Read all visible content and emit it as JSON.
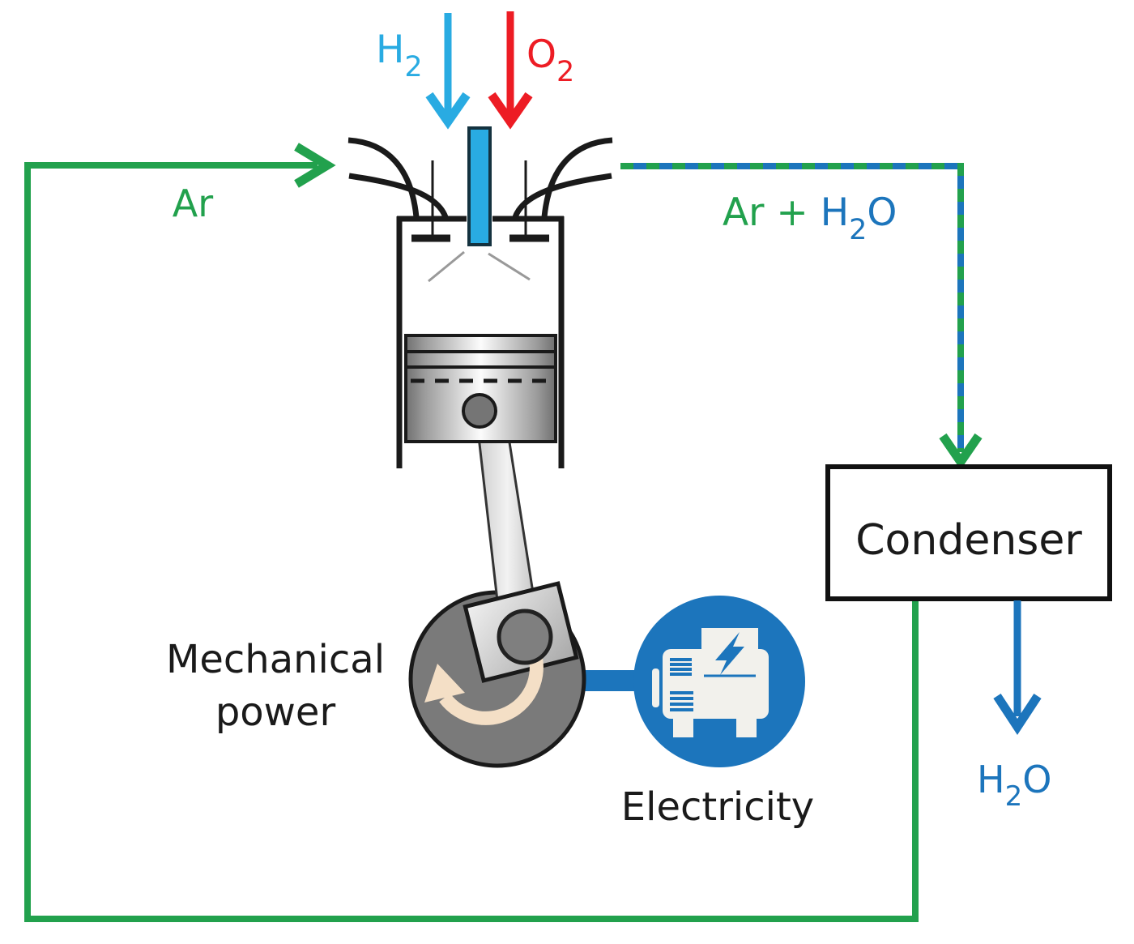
{
  "diagram": {
    "description": "Hydrogen-argon piston engine cycle with condenser and electric generator"
  },
  "labels": {
    "h2_in": {
      "element": "H",
      "subscript": "2"
    },
    "o2_in": {
      "element": "O",
      "subscript": "2"
    },
    "ar": "Ar",
    "ar_h2o": {
      "ar_plus": "Ar + ",
      "h": "H",
      "subscript": "2",
      "o": "O"
    },
    "condenser": "Condenser",
    "h2o_out": {
      "h": "H",
      "subscript": "2",
      "o": "O"
    },
    "mechanical_power": {
      "line1": "Mechanical",
      "line2": "power"
    },
    "electricity": "Electricity"
  },
  "colors": {
    "green": "#22A14D",
    "blue_dark": "#1C75BC",
    "blue_light": "#29ABE2",
    "red": "#ED1C24",
    "black": "#1A1A1A",
    "wheel_gray": "#7A7A7A",
    "rotation_arrow_cream": "#F4DFC6",
    "icon_white": "#F2F1EC",
    "injector_cyan": "#29ABE2"
  },
  "icons": {
    "generator": "generator-with-lightning-bolt-icon",
    "rotation_arrow": "counterclockwise-rotation-arrow-icon",
    "engine": "piston-engine-cylinder-illustration"
  }
}
